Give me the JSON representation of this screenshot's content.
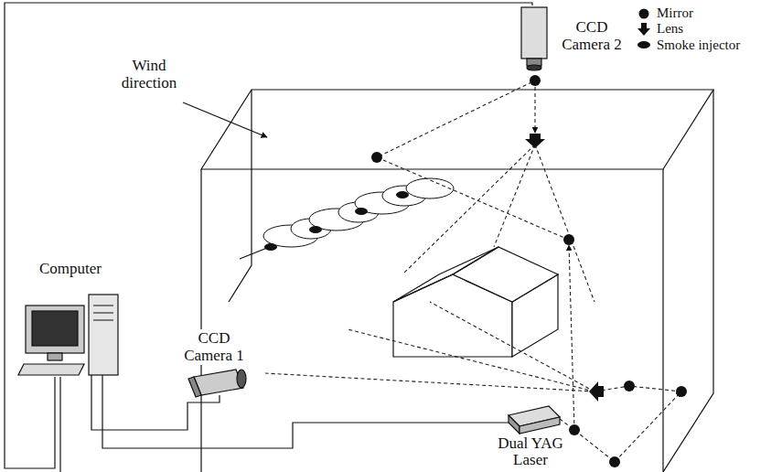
{
  "diagram": {
    "labels": [
      "CCD Camera 2",
      "Wind direction",
      "Computer",
      "CCD Camera 1",
      "Dual YAG Laser"
    ],
    "legend": [
      {
        "text": "Mirror"
      },
      {
        "text": "Lens"
      },
      {
        "text": "Smoke injector"
      }
    ]
  }
}
